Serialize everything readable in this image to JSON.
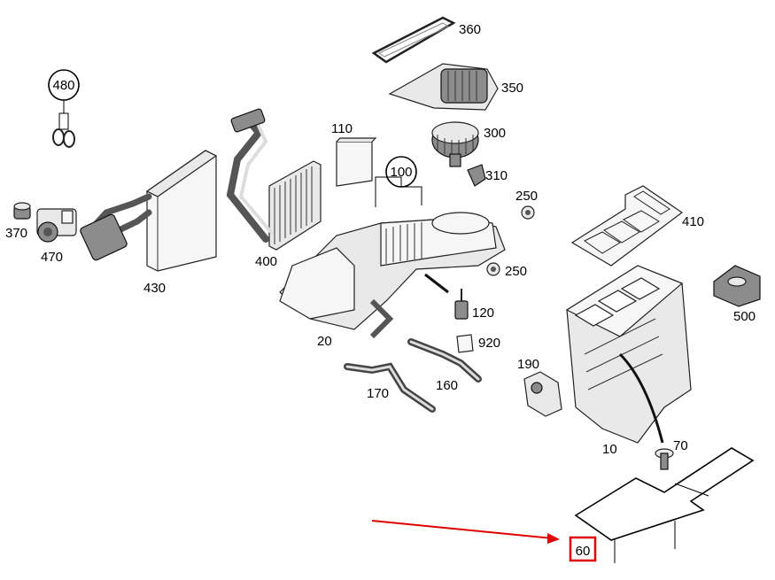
{
  "labels": {
    "p480": "480",
    "p370": "370",
    "p470": "470",
    "p430": "430",
    "p400": "400",
    "p110": "110",
    "p100": "100",
    "p360": "360",
    "p350": "350",
    "p300": "300",
    "p310": "310",
    "p250a": "250",
    "p250b": "250",
    "p410": "410",
    "p500": "500",
    "p120": "120",
    "p920": "920",
    "p20": "20",
    "p170": "170",
    "p160": "160",
    "p190": "190",
    "p10": "10",
    "p70": "70",
    "p60": "60"
  },
  "highlight": {
    "color": "#e00000",
    "target_label": "60"
  }
}
